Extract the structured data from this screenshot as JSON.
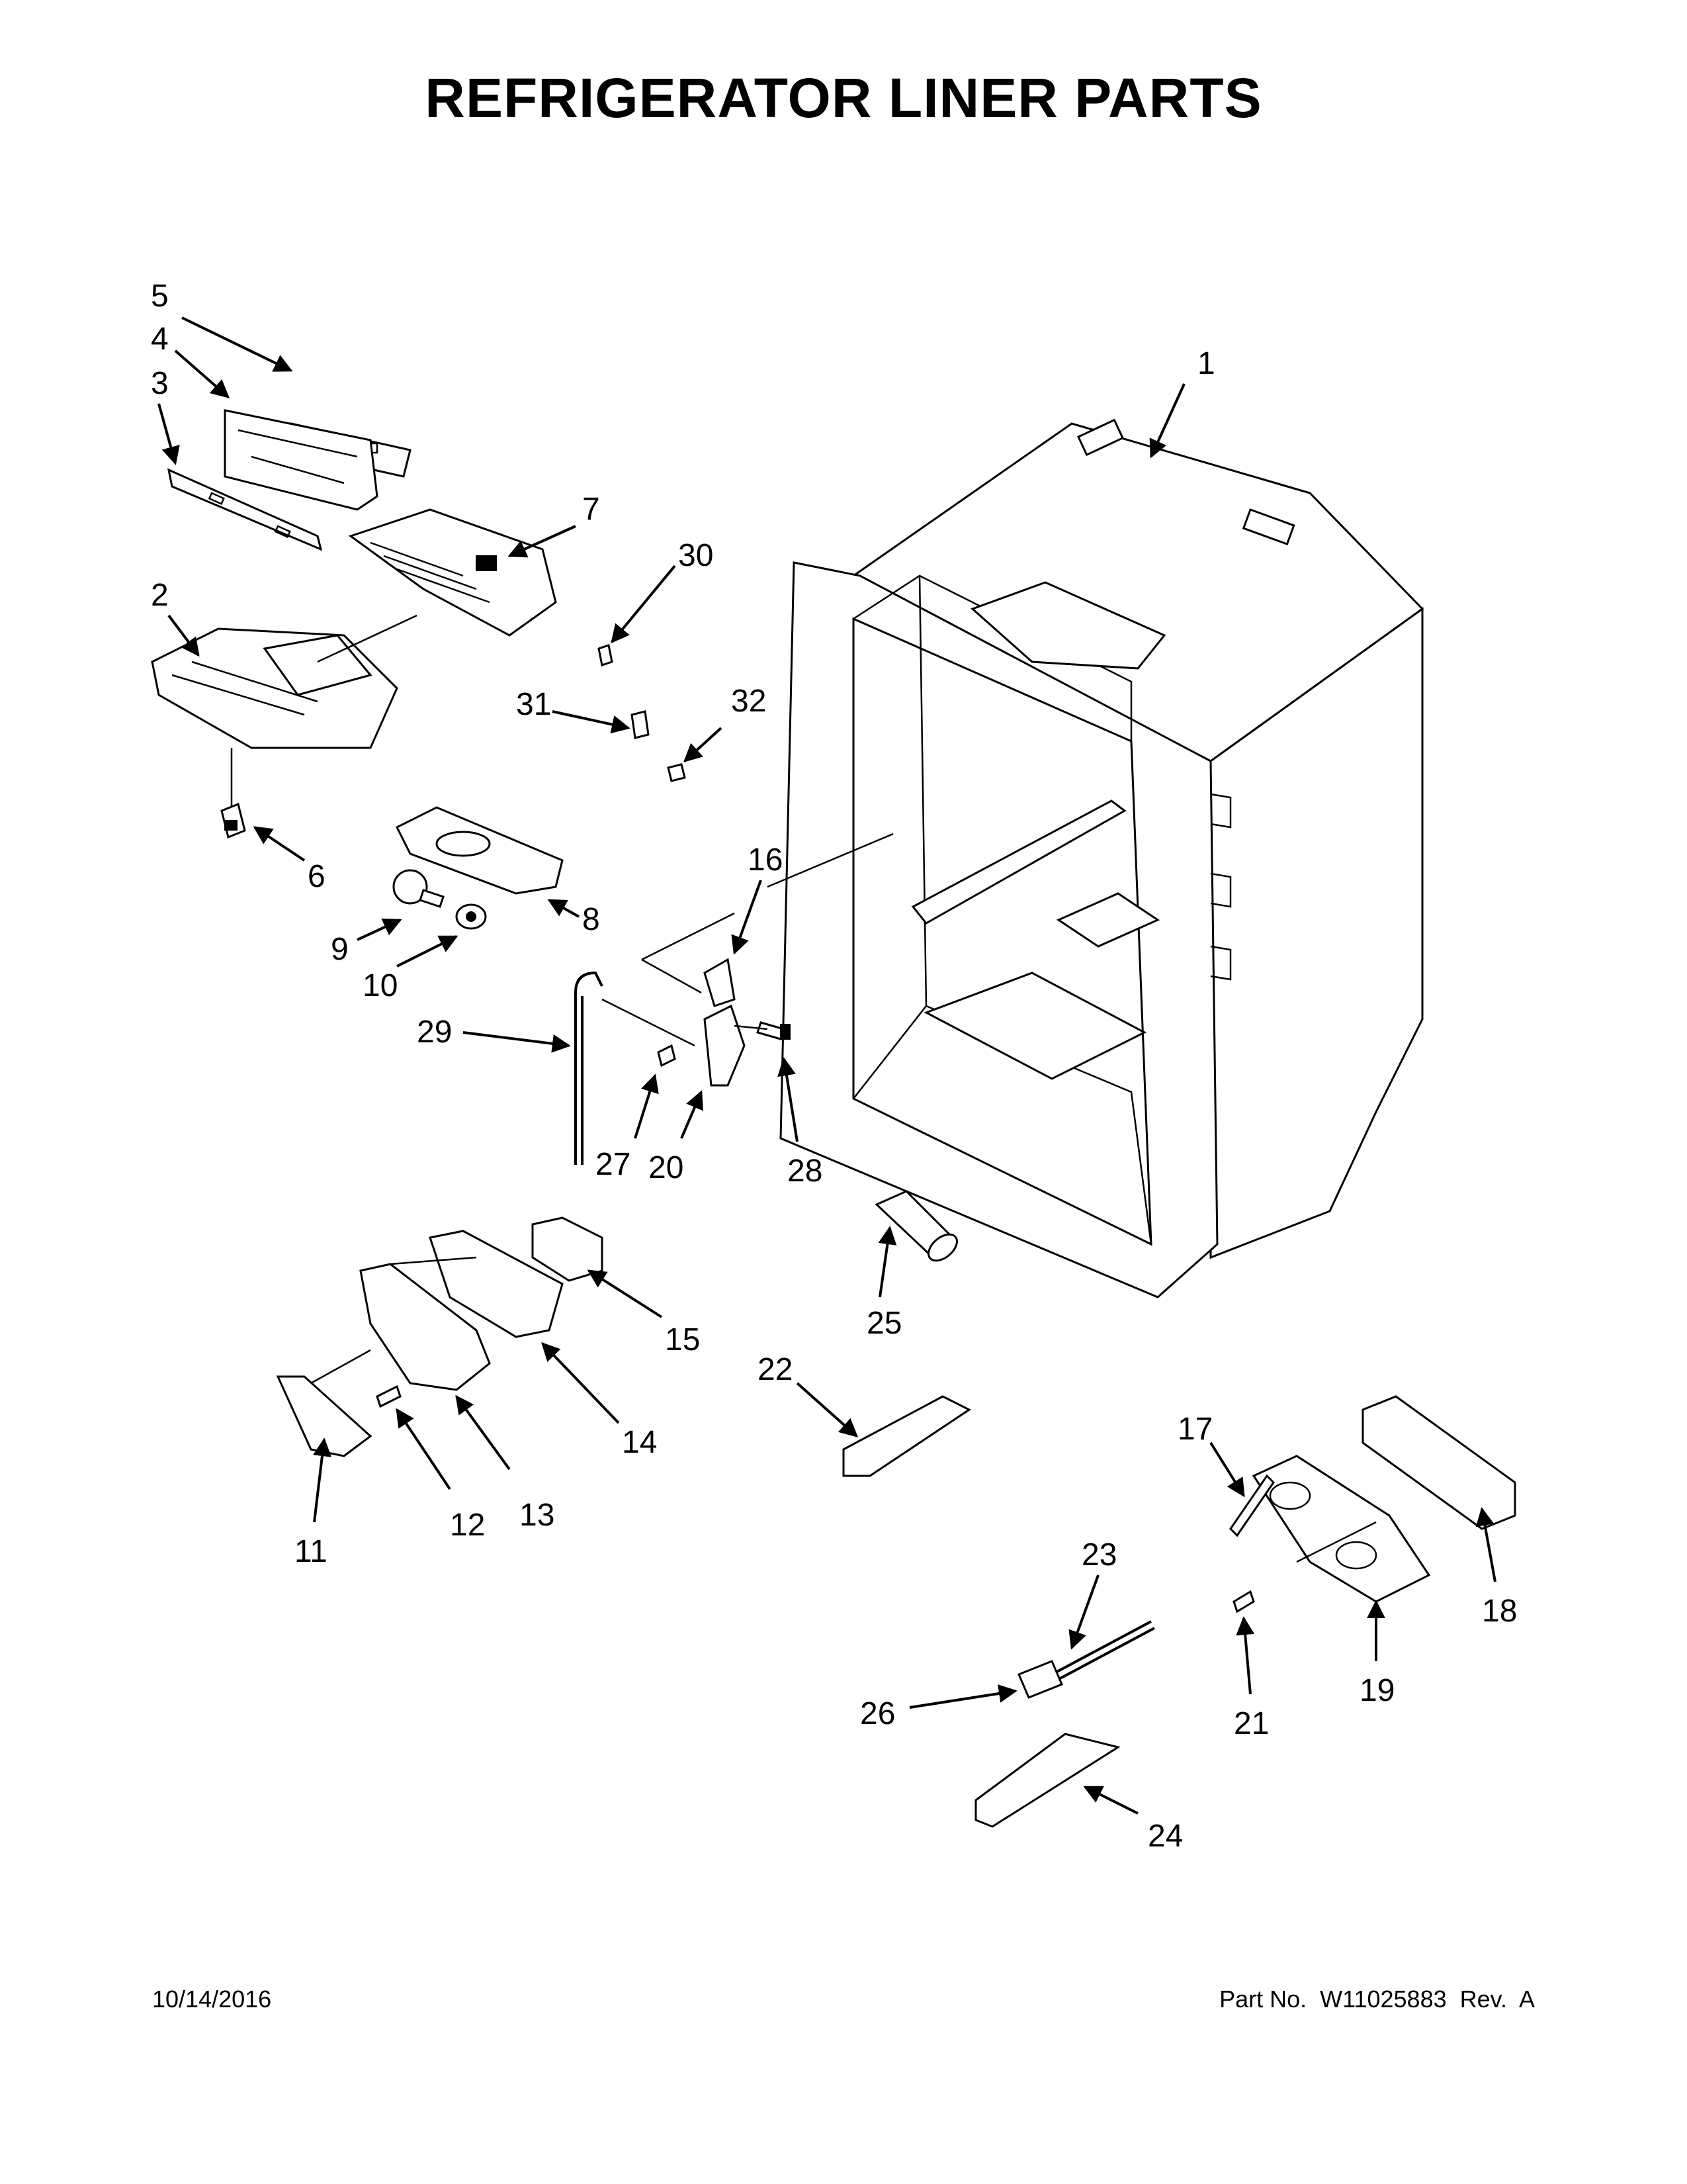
{
  "title": "REFRIGERATOR LINER PARTS",
  "footer": {
    "date": "10/14/2016",
    "part_number": "Part No.  W11025883  Rev.  A"
  },
  "callouts": [
    "1",
    "2",
    "3",
    "4",
    "5",
    "6",
    "7",
    "8",
    "9",
    "10",
    "11",
    "12",
    "13",
    "14",
    "15",
    "16",
    "17",
    "18",
    "19",
    "20",
    "21",
    "22",
    "23",
    "24",
    "25",
    "26",
    "27",
    "28",
    "29",
    "30",
    "31",
    "32"
  ]
}
